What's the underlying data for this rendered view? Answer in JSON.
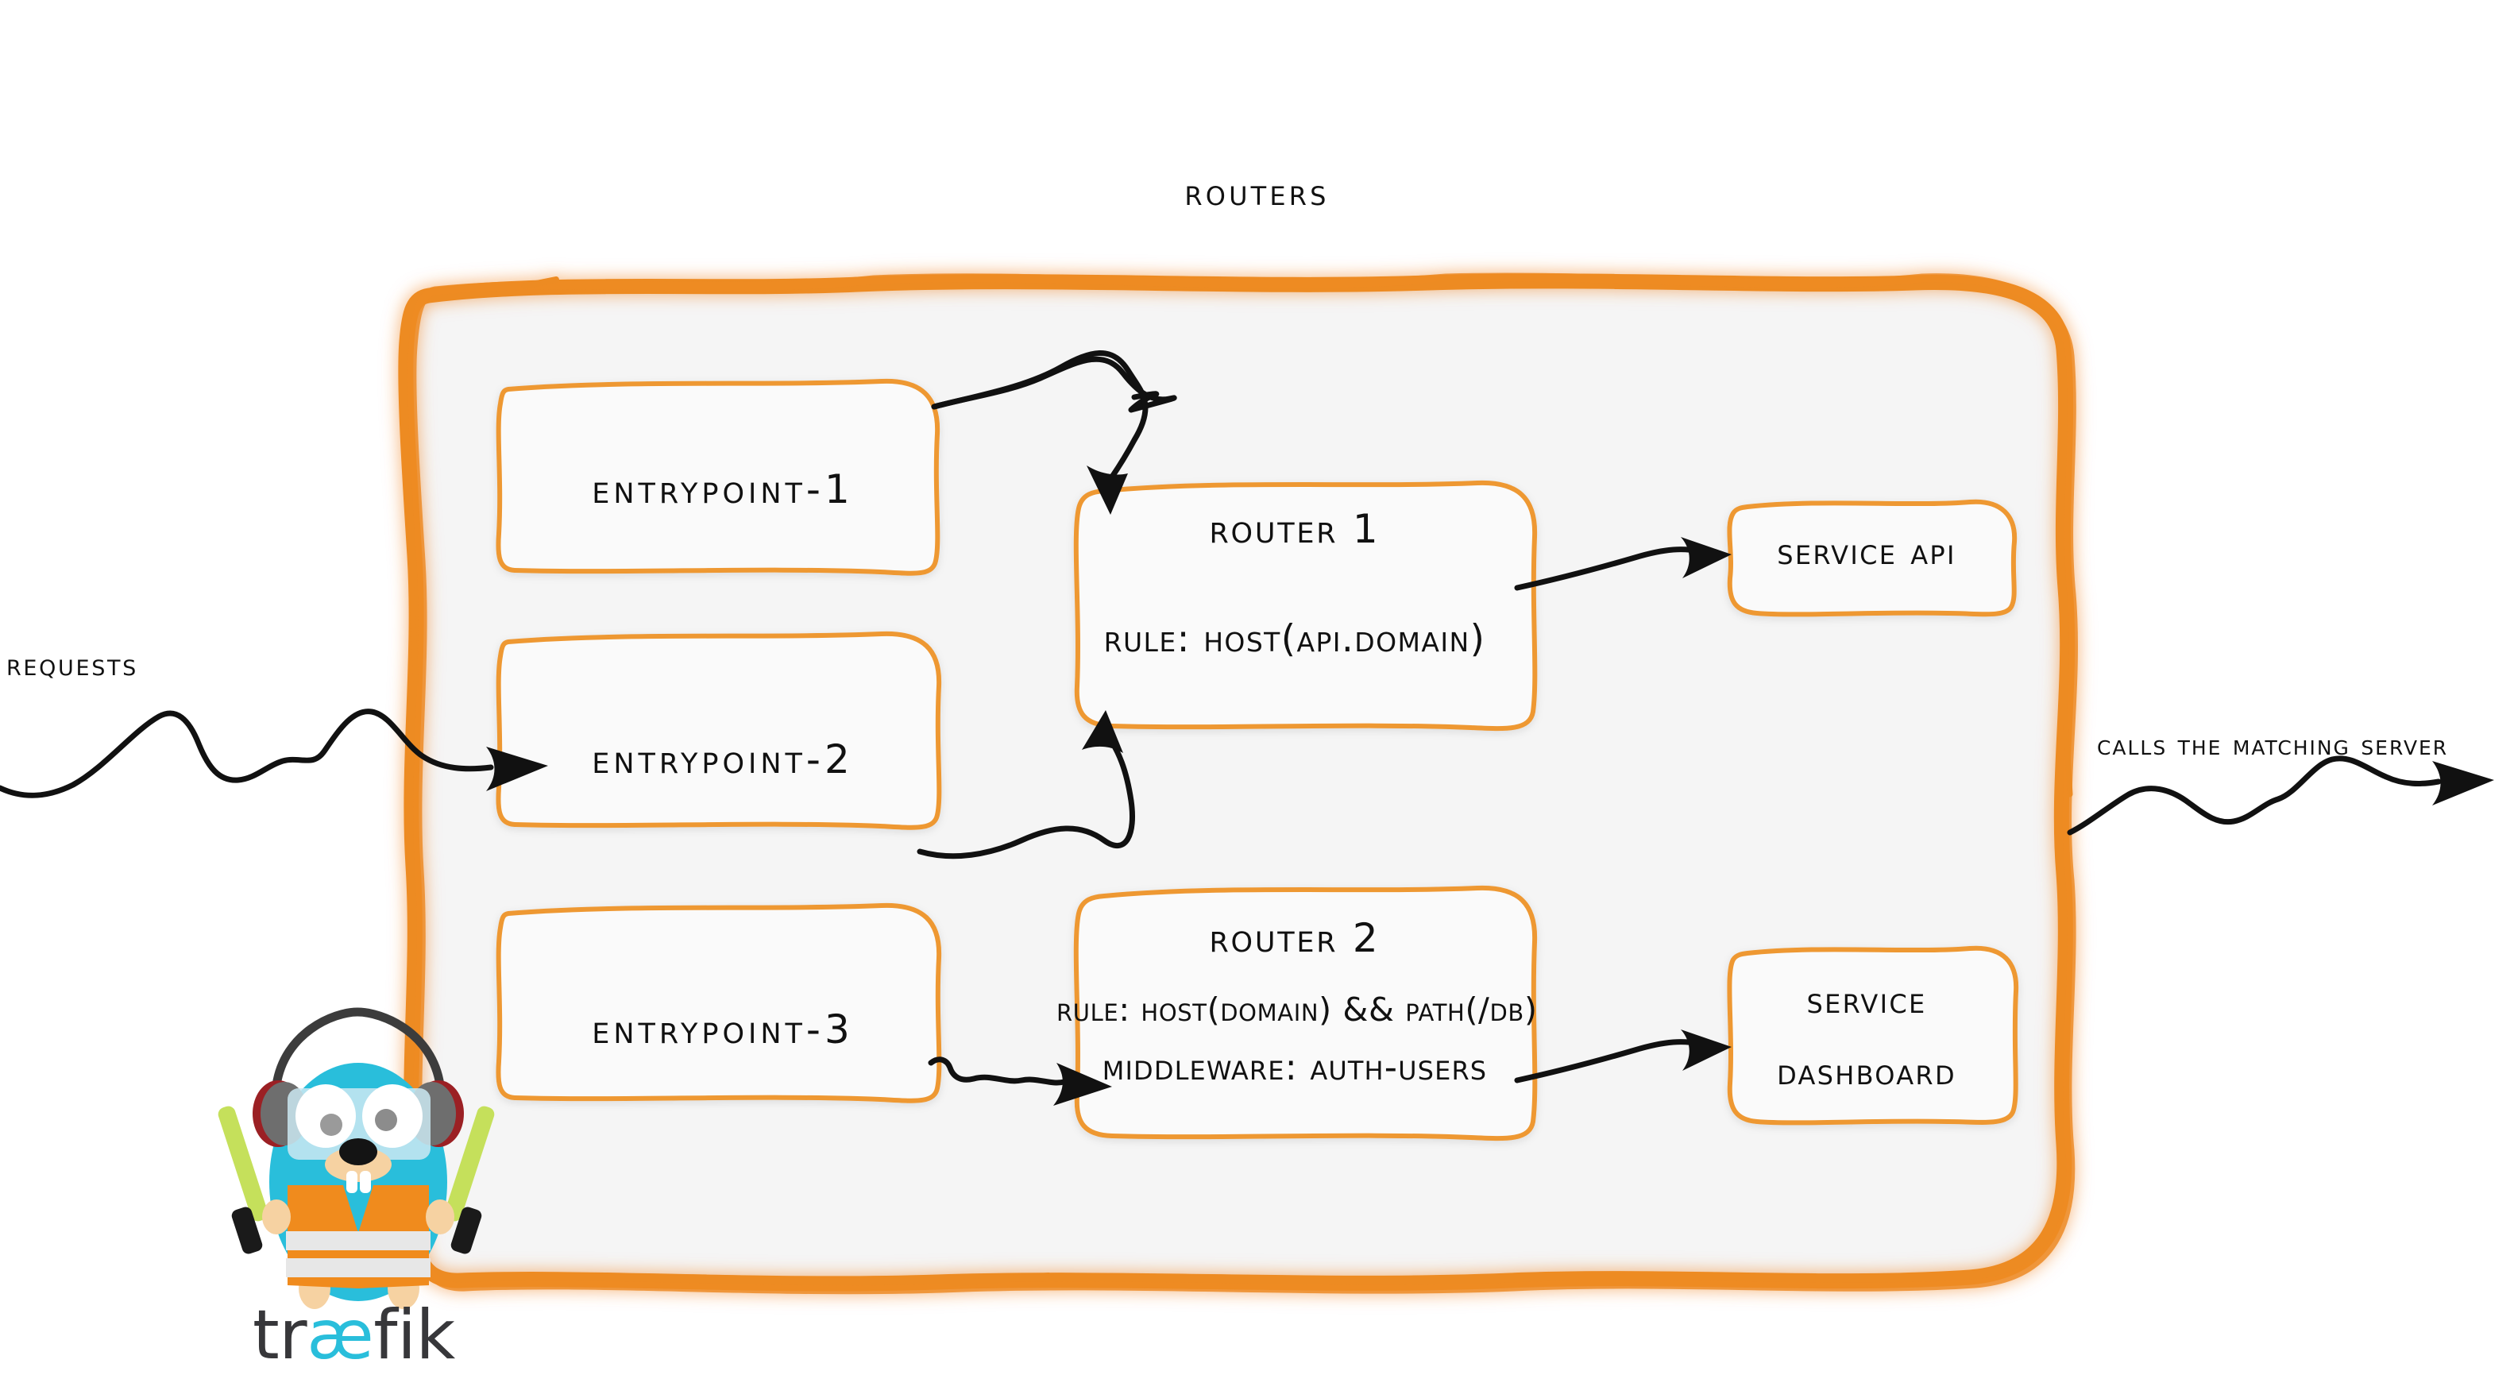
{
  "diagram": {
    "title": "Routers",
    "type": "traefik-routing-architecture",
    "colors": {
      "border_orange": "#ED8B23",
      "container_fill": "#F5F5F5",
      "box_fill": "#FAFAFA",
      "box_border": "#EE9833",
      "text": "#111111",
      "gopher_blue": "#29BEDB",
      "gopher_vest": "#F08B1D",
      "gopher_headphone_gray": "#6E6E6E",
      "gopher_headphone_red": "#9B2024",
      "baton_green": "#C5E05B",
      "wordmark_dark": "#37373A"
    }
  },
  "annotations": {
    "left_label": "Requests",
    "right_label": "Calls the matching server"
  },
  "entrypoints": [
    {
      "label": "entrypoint-1"
    },
    {
      "label": "entrypoint-2"
    },
    {
      "label": "entrypoint-3"
    }
  ],
  "routers": [
    {
      "title": "Router 1",
      "rule": "rule: Host(api.domain)",
      "middleware": null
    },
    {
      "title": "Router 2",
      "rule": "rule: Host(domain) && Path(/db)",
      "middleware": "Middleware: auth-users"
    }
  ],
  "services": [
    {
      "lines": [
        "Service API"
      ],
      "line1": "Service API",
      "line2": ""
    },
    {
      "lines": [
        "Service",
        "Dashboard"
      ],
      "line1": "Service",
      "line2": "Dashboard"
    }
  ],
  "logo": {
    "wordmark_part1": "tr",
    "wordmark_part2": "æ",
    "wordmark_part3": "fik",
    "mascot": "traefik-gopher"
  }
}
